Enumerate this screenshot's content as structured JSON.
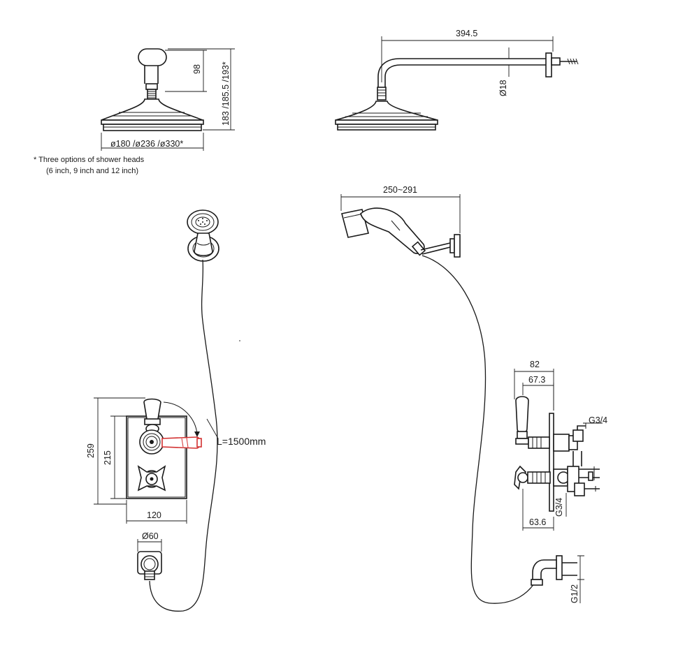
{
  "notes": {
    "shower_heads_line1": "* Three options of shower heads",
    "shower_heads_line2": "(6 inch, 9 inch and 12 inch)"
  },
  "dimensions": {
    "head_drop": "98",
    "head_total_height": "183 /185.5 /193*",
    "head_diameters": "ø180 /ø236 /ø330*",
    "arm_length": "394.5",
    "arm_diameter": "Ø18",
    "handset_reach": "250~291",
    "hose_length": "L=1500mm",
    "plate_height_outer": "259",
    "plate_height_inner": "215",
    "plate_width": "120",
    "outlet_diameter": "Ø60",
    "valve_depth": "82",
    "valve_handle_depth": "67.3",
    "valve_body_depth": "63.6",
    "inlet_top_thread": "G3/4",
    "inlet_bottom_thread": "G3/4",
    "outlet_thread": "G1/2"
  },
  "colors": {
    "line": "#1a1a1a",
    "accent_handle": "#d23030"
  }
}
